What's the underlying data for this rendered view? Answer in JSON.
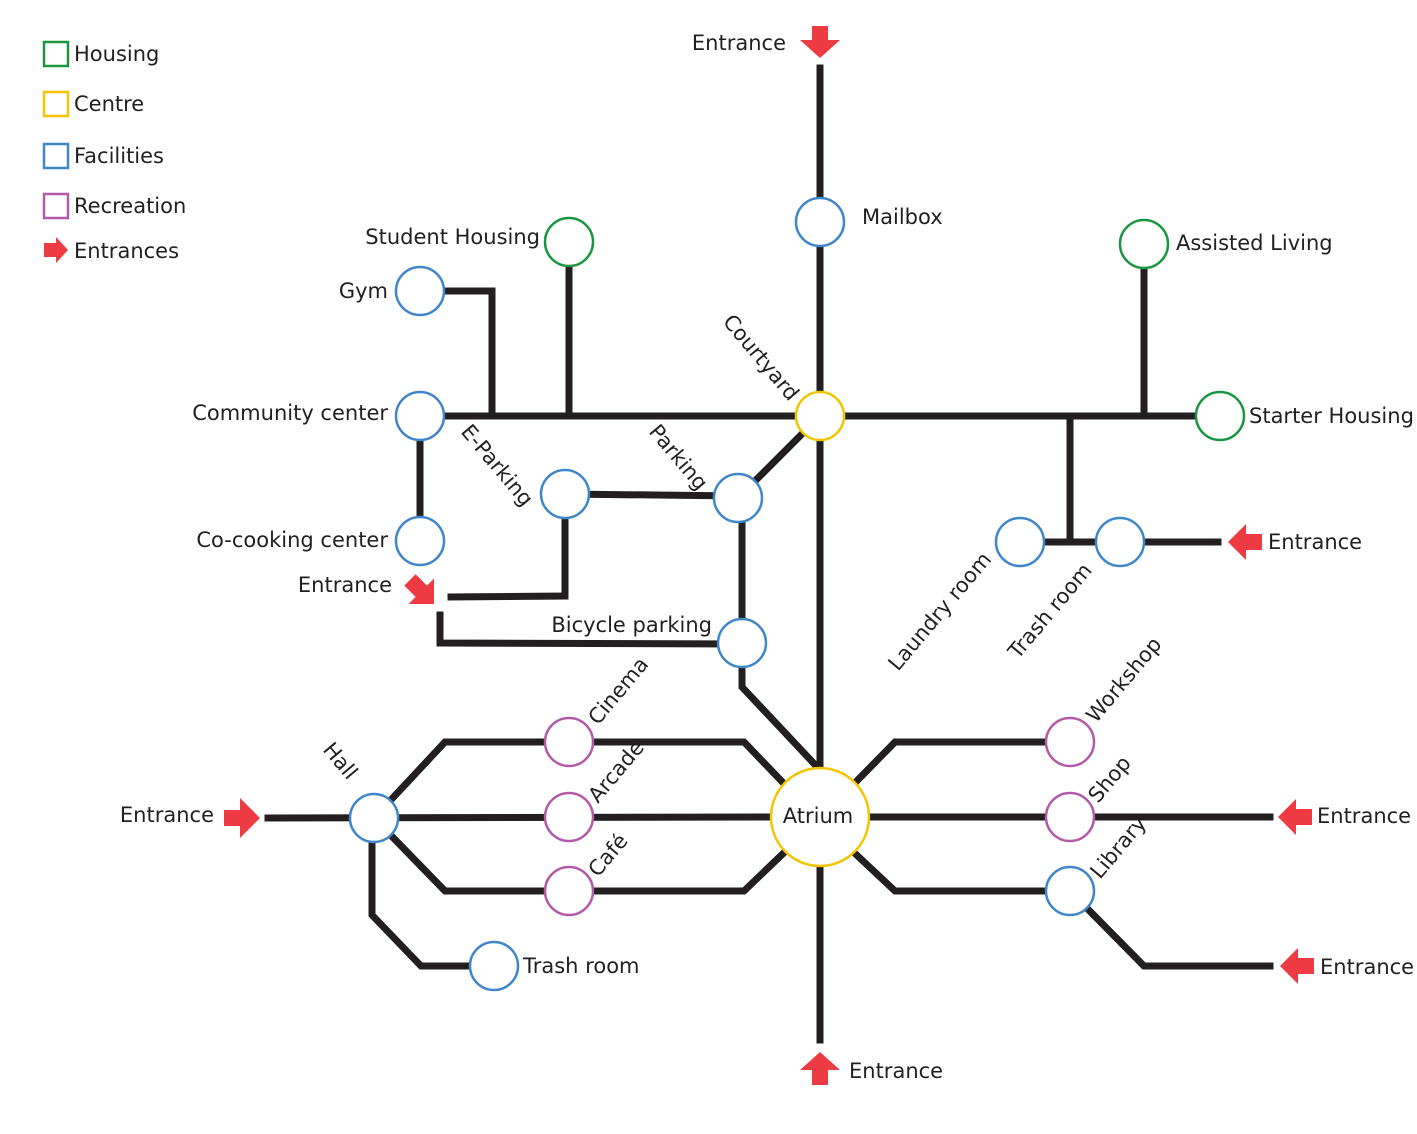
{
  "colors": {
    "line": "#231f20",
    "housing": "#1a9641",
    "centre": "#f5c400",
    "facilities": "#3f86c8",
    "recreation": "#b25aa8",
    "entrance": "#ee3a43"
  },
  "legend": [
    {
      "label": "Housing",
      "type": "housing"
    },
    {
      "label": "Centre",
      "type": "centre"
    },
    {
      "label": "Facilities",
      "type": "facilities"
    },
    {
      "label": "Recreation",
      "type": "recreation"
    },
    {
      "label": "Entrances",
      "type": "entrance"
    }
  ],
  "stations": {
    "mailbox": {
      "label": "Mailbox",
      "type": "facilities"
    },
    "student_housing": {
      "label": "Student Housing",
      "type": "housing"
    },
    "gym": {
      "label": "Gym",
      "type": "facilities"
    },
    "assisted_living": {
      "label": "Assisted Living",
      "type": "housing"
    },
    "community_center": {
      "label": "Community center",
      "type": "facilities"
    },
    "courtyard": {
      "label": "Courtyard",
      "type": "centre"
    },
    "starter_housing": {
      "label": "Starter Housing",
      "type": "housing"
    },
    "e_parking": {
      "label": "E-Parking",
      "type": "facilities"
    },
    "parking": {
      "label": "Parking",
      "type": "facilities"
    },
    "co_cooking": {
      "label": "Co-cooking center",
      "type": "facilities"
    },
    "laundry_room": {
      "label": "Laundry room",
      "type": "facilities"
    },
    "trash_room_upper": {
      "label": "Trash room",
      "type": "facilities"
    },
    "bicycle_parking": {
      "label": "Bicycle parking",
      "type": "facilities"
    },
    "cinema": {
      "label": "Cinema",
      "type": "recreation"
    },
    "workshop": {
      "label": "Workshop",
      "type": "recreation"
    },
    "hall": {
      "label": "Hall",
      "type": "facilities"
    },
    "arcade": {
      "label": "Arcade",
      "type": "recreation"
    },
    "atrium": {
      "label": "Atrium",
      "type": "centre"
    },
    "shop": {
      "label": "Shop",
      "type": "recreation"
    },
    "cafe": {
      "label": "Café",
      "type": "recreation"
    },
    "library": {
      "label": "Library",
      "type": "facilities"
    },
    "trash_room_lower": {
      "label": "Trash room",
      "type": "facilities"
    }
  },
  "entrances": {
    "top": "Entrance",
    "right_upper": "Entrance",
    "left_upper": "Entrance",
    "left_lower": "Entrance",
    "right_middle": "Entrance",
    "right_lower": "Entrance",
    "bottom": "Entrance"
  }
}
